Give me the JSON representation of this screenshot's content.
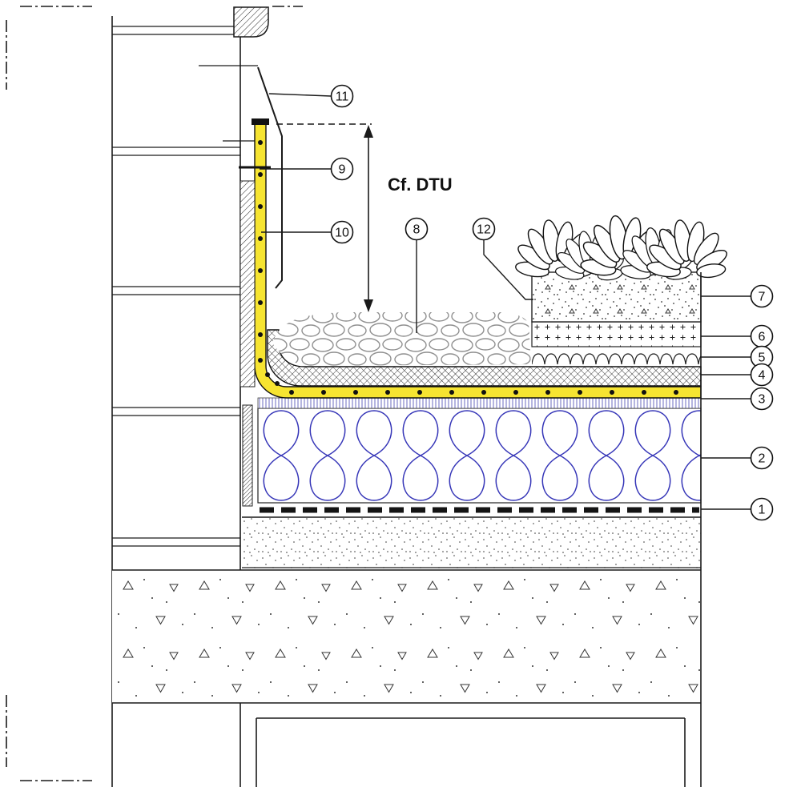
{
  "callouts": {
    "1": "1",
    "2": "2",
    "3": "3",
    "4": "4",
    "5": "5",
    "6": "6",
    "7": "7",
    "8": "8",
    "9": "9",
    "10": "10",
    "11": "11",
    "12": "12"
  },
  "labels": {
    "cf_dtu": "Cf. DTU"
  },
  "colors": {
    "membrane_yellow": "#f6e431",
    "insulation_blue": "#3636b8",
    "line_black": "#1a1a1a",
    "stone_gray": "#8f8f8f"
  }
}
